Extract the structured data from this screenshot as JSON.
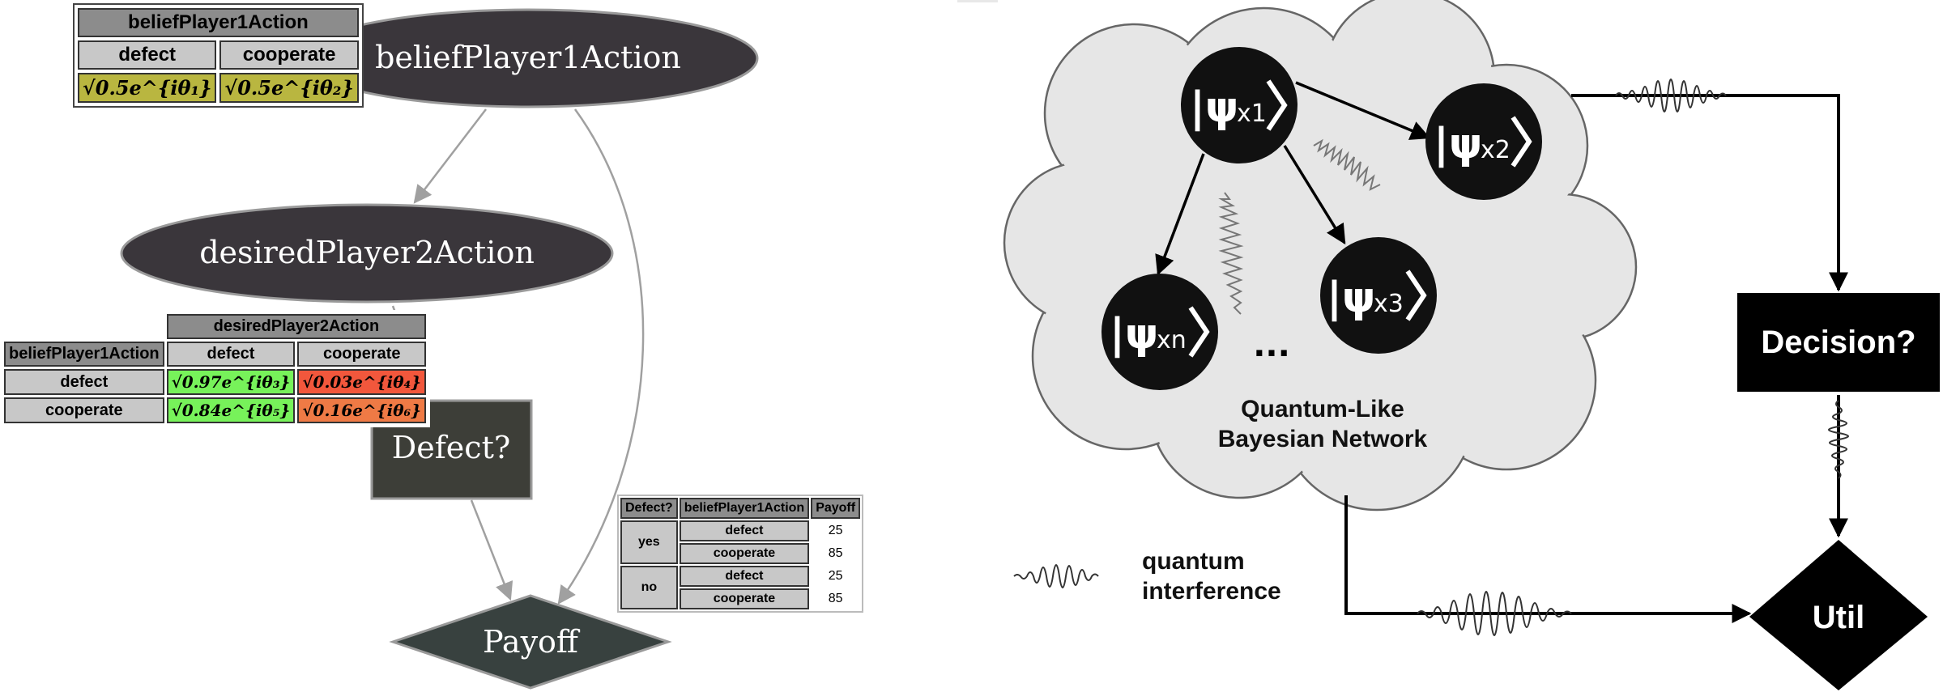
{
  "left_diagram": {
    "nodes": {
      "belief": "beliefPlayer1Action",
      "desired": "desiredPlayer2Action",
      "defect": "Defect?",
      "payoff": "Payoff"
    },
    "cpt_belief": {
      "title": "beliefPlayer1Action",
      "cols": [
        "defect",
        "cooperate"
      ],
      "vals": [
        "√0.5e^{iθ₁}",
        "√0.5e^{iθ₂}"
      ]
    },
    "cpt_desired": {
      "title": "desiredPlayer2Action",
      "row_header": "beliefPlayer1Action",
      "cols": [
        "defect",
        "cooperate"
      ],
      "rows": [
        {
          "label": "defect",
          "vals": [
            "√0.97e^{iθ₃}",
            "√0.03e^{iθ₄}"
          ]
        },
        {
          "label": "cooperate",
          "vals": [
            "√0.84e^{iθ₅}",
            "√0.16e^{iθ₆}"
          ]
        }
      ]
    },
    "cpt_payoff": {
      "headers": [
        "Defect?",
        "beliefPlayer1Action",
        "Payoff"
      ],
      "groups": [
        {
          "label": "yes",
          "rows": [
            {
              "action": "defect",
              "payoff": "25"
            },
            {
              "action": "cooperate",
              "payoff": "85"
            }
          ]
        },
        {
          "label": "no",
          "rows": [
            {
              "action": "defect",
              "payoff": "25"
            },
            {
              "action": "cooperate",
              "payoff": "85"
            }
          ]
        }
      ]
    },
    "colors": {
      "dark_node": "#3a363b",
      "rect_node": "#3d3e38",
      "diamond": "#38413f",
      "edge": "#a0a0a0"
    }
  },
  "right_diagram": {
    "states": {
      "x1": {
        "psi": "|ψ",
        "sub": "x1"
      },
      "x2": {
        "psi": "|ψ",
        "sub": "x2"
      },
      "x3": {
        "psi": "|ψ",
        "sub": "x3"
      },
      "xn": {
        "psi": "|ψ",
        "sub": "xn"
      }
    },
    "ellipsis": "...",
    "cloud_label_line1": "Quantum-Like",
    "cloud_label_line2": "Bayesian Network",
    "decision_label": "Decision?",
    "util_label": "Util",
    "legend_line1": "quantum",
    "legend_line2": "interference",
    "colors": {
      "cloud": "#e6e6e6",
      "node": "#111111",
      "text": "#ffffff"
    }
  }
}
